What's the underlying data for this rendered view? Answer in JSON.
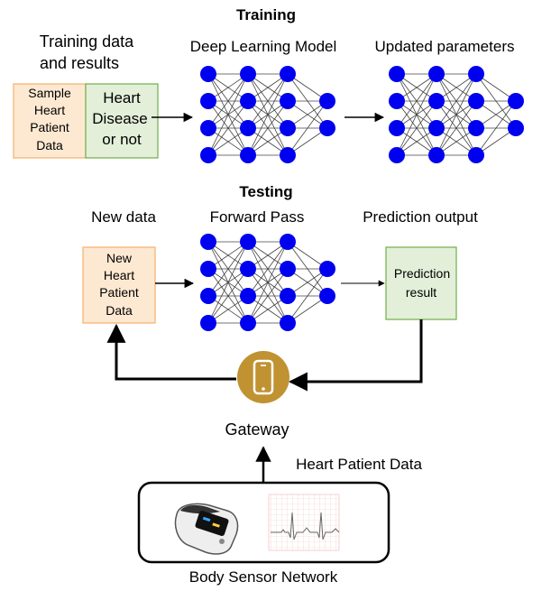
{
  "training": {
    "heading": "Training",
    "data_label_line1": "Training data",
    "data_label_line2": "and results",
    "model_label": "Deep Learning Model",
    "updated_label": "Updated parameters",
    "sample_box_lines": [
      "Sample",
      "Heart",
      "Patient",
      "Data"
    ],
    "disease_box_lines": [
      "Heart",
      "Disease",
      "or not"
    ]
  },
  "testing": {
    "heading": "Testing",
    "new_data_label": "New data",
    "forward_pass_label": "Forward Pass",
    "prediction_output_label": "Prediction output",
    "new_box_lines": [
      "New",
      "Heart",
      "Patient",
      "Data"
    ],
    "result_box_lines": [
      "Prediction",
      "result"
    ]
  },
  "gateway": {
    "label": "Gateway",
    "icon": "smartphone-icon"
  },
  "sensor_link_label": "Heart Patient Data",
  "body_sensor_label": "Body Sensor Network",
  "icons": {
    "oximeter": "pulse-oximeter-icon",
    "ecg": "ecg-waveform-icon"
  },
  "colors": {
    "node": "#0000f0",
    "orange_fill": "#fde9d2",
    "orange_border": "#f5b06a",
    "green_fill": "#e3efd9",
    "green_border": "#70ad47",
    "gateway": "#c09232"
  }
}
